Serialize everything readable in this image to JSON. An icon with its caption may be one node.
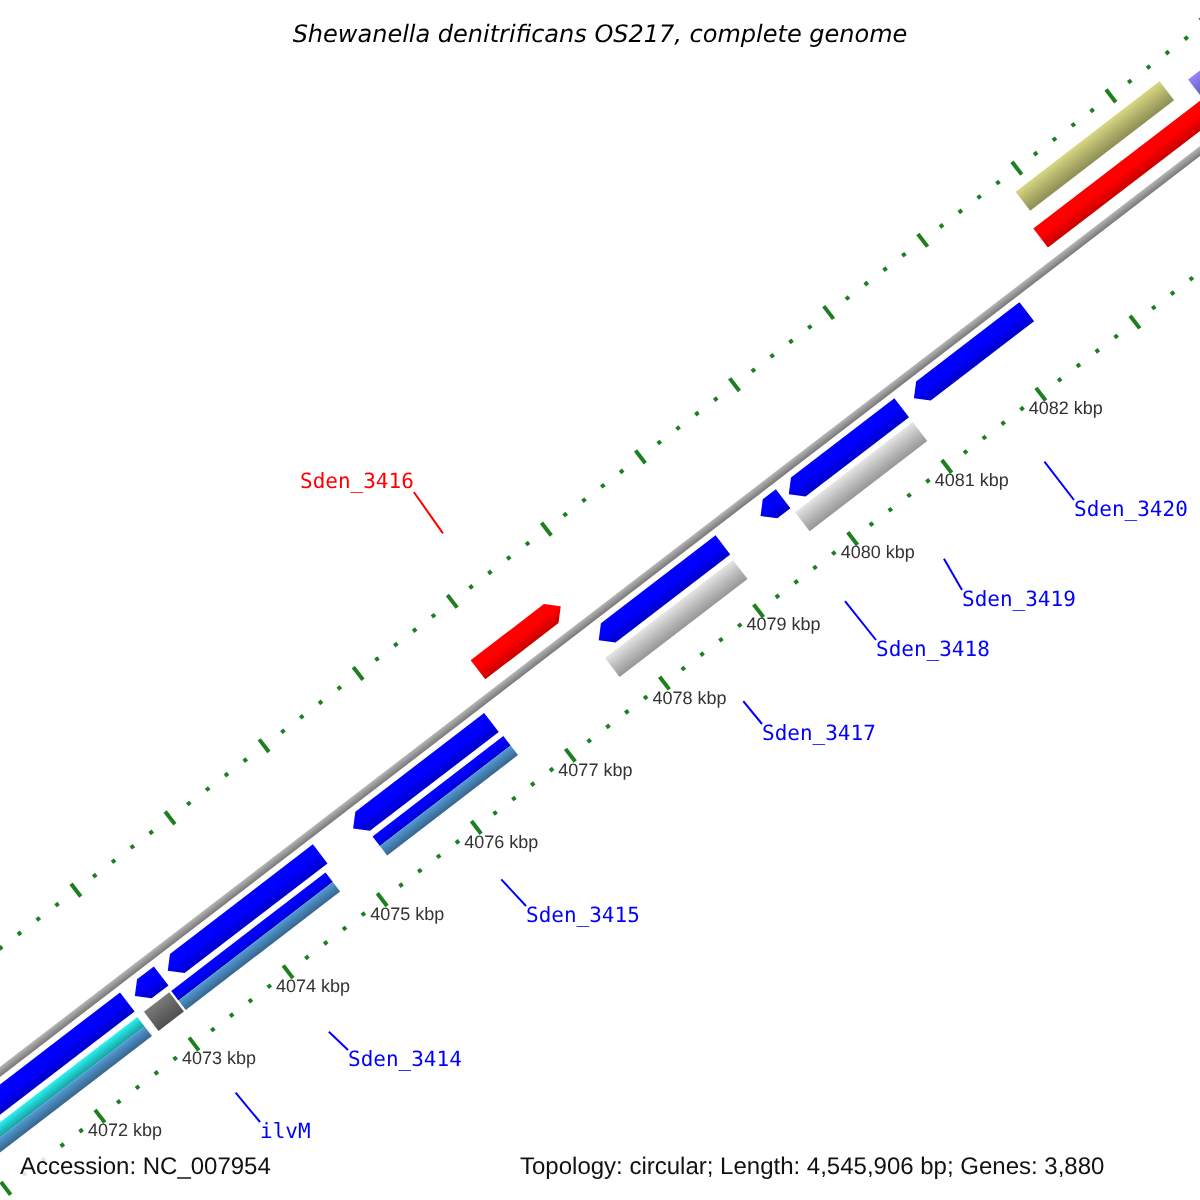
{
  "diagram": {
    "title": "Shewanella denitrificans OS217, complete genome",
    "nodes": [
      {
        "text": [
          "Sden_3416"
        ]
      },
      {
        "text": [
          "Sden_3420"
        ]
      },
      {
        "text": [
          "Sden_3419"
        ]
      },
      {
        "text": [
          "Sden_3418"
        ]
      },
      {
        "text": [
          "Sden_3417"
        ]
      },
      {
        "text": [
          "Sden_3415"
        ]
      },
      {
        "text": [
          "Sden_3414"
        ]
      },
      {
        "text": [
          "ilvM"
        ]
      }
    ],
    "edges": [
      {
        "from": 0,
        "to": null,
        "arrow": "none",
        "color": "#ff0000"
      },
      {
        "from": 1,
        "to": null,
        "arrow": "none"
      },
      {
        "from": 2,
        "to": null,
        "arrow": "none"
      },
      {
        "from": 3,
        "to": null,
        "arrow": "none"
      },
      {
        "from": 4,
        "to": null,
        "arrow": "none"
      },
      {
        "from": 5,
        "to": null,
        "arrow": "none"
      },
      {
        "from": 6,
        "to": null,
        "arrow": "none"
      },
      {
        "from": 7,
        "to": null,
        "arrow": "none"
      }
    ],
    "labels": [
      "4082 kbp",
      "4081 kbp",
      "4080 kbp",
      "4079 kbp",
      "4078 kbp",
      "4077 kbp",
      "4076 kbp",
      "4075 kbp",
      "4074 kbp",
      "4073 kbp",
      "4072 kbp",
      "Accession: NC_007954",
      "Topology: circular; Length: 4,545,906 bp; Genes: 3,880"
    ]
  }
}
